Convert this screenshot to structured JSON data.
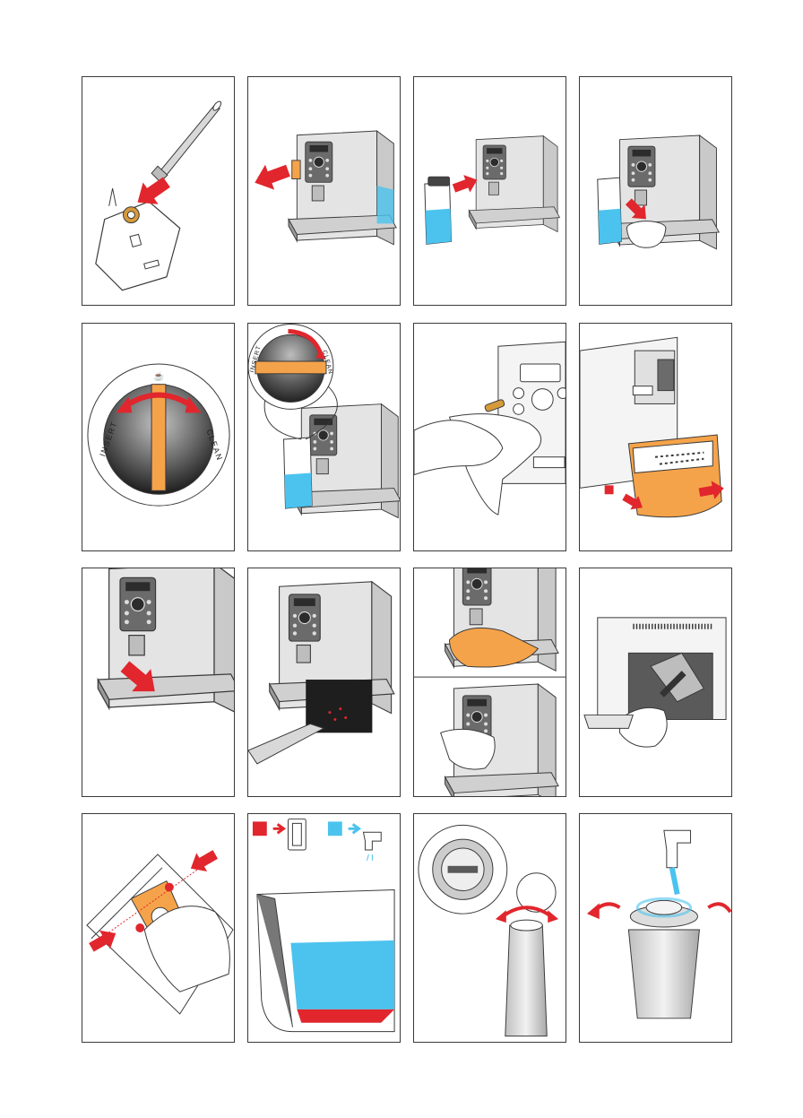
{
  "dial": {
    "insert_label": "INSERT",
    "clean_label": "CLEAN"
  },
  "palette": {
    "arrow_red": "#e1262d",
    "accent_orange": "#f5a34a",
    "water_blue": "#4bc3ee",
    "outline": "#3a3a3a",
    "machine_grey": "#d8d8d8"
  },
  "panels": [
    {
      "name": "tube-and-connector",
      "icons": [
        "tube-icon",
        "connector-icon",
        "red-arrow-icon"
      ]
    },
    {
      "name": "remove-spout-cover",
      "icons": [
        "coffee-machine-icon",
        "red-arrow-icon"
      ]
    },
    {
      "name": "attach-milk-container",
      "icons": [
        "milk-container-icon",
        "coffee-machine-icon"
      ]
    },
    {
      "name": "cup-under-spout",
      "icons": [
        "coffee-machine-icon",
        "cup-icon",
        "red-arrow-icon"
      ]
    },
    {
      "name": "dial-insert-clean",
      "icons": [
        "dial-icon",
        "double-arrow-icon"
      ]
    },
    {
      "name": "dial-on-machine",
      "icons": [
        "dial-icon",
        "coffee-machine-icon"
      ]
    },
    {
      "name": "wipe-nozzle",
      "icons": [
        "hand-icon",
        "cloth-icon"
      ]
    },
    {
      "name": "remove-brewing-tray",
      "icons": [
        "coffee-machine-icon",
        "tray-icon",
        "red-arrow-icon"
      ]
    },
    {
      "name": "press-drip-tray",
      "icons": [
        "coffee-machine-icon",
        "red-arrow-icon"
      ]
    },
    {
      "name": "vacuum-inside",
      "icons": [
        "coffee-machine-icon",
        "vacuum-nozzle-icon"
      ]
    },
    {
      "name": "clean-spout-top-bottom",
      "icons": [
        "hand-icon",
        "cloth-icon"
      ]
    },
    {
      "name": "brush-brewing-unit",
      "icons": [
        "brush-icon",
        "brewing-unit-icon"
      ]
    },
    {
      "name": "press-release-buttons",
      "icons": [
        "hand-icon",
        "red-arrow-icon"
      ]
    },
    {
      "name": "water-tank-level",
      "icons": [
        "switch-icon",
        "tap-icon",
        "tank-icon"
      ]
    },
    {
      "name": "filter-date-dial",
      "icons": [
        "filter-icon",
        "rotate-arrow-icon"
      ]
    },
    {
      "name": "rinse-filter-tap",
      "icons": [
        "tap-icon",
        "filter-icon",
        "red-arrow-icon"
      ]
    }
  ]
}
